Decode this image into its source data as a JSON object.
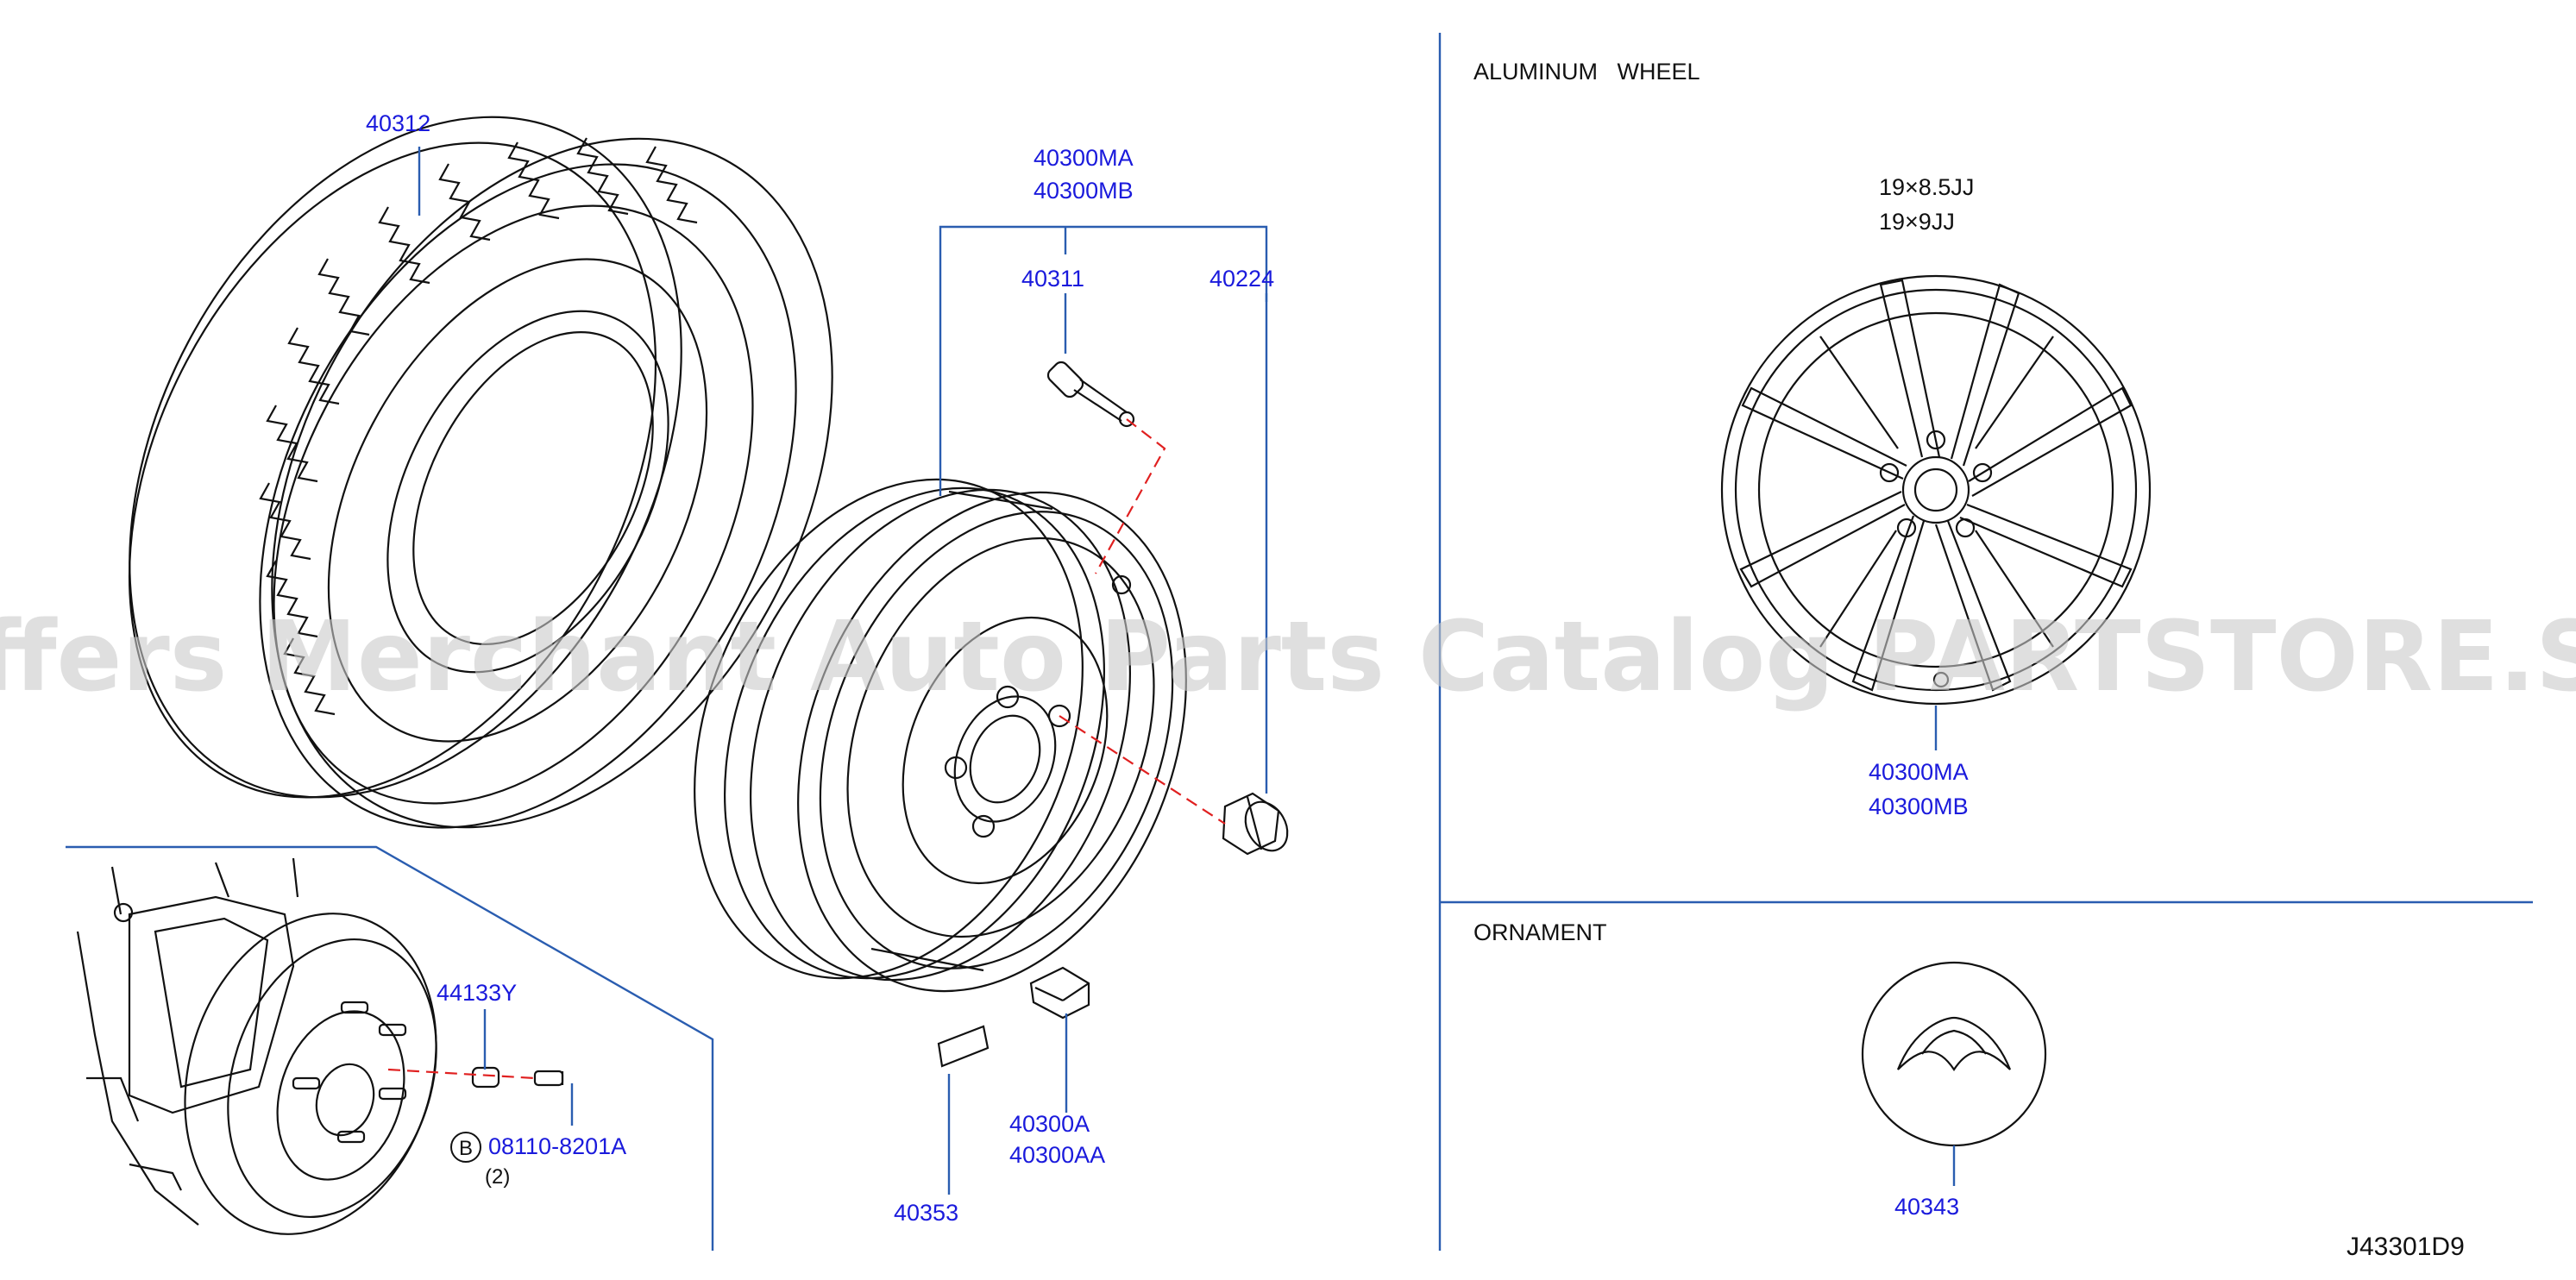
{
  "drawing_id": "J43301D9",
  "watermark": "Offers Merchant Auto Parts Catalog PARTSTORE.SA",
  "colors": {
    "callout": "#1a1adc",
    "leader": "#2a5db0",
    "dashed": "#e02020",
    "line": "#111111"
  },
  "callouts": {
    "tire": "40312",
    "wheel_assy_1": "40300MA",
    "wheel_assy_2": "40300MB",
    "valve": "40311",
    "nut": "40224",
    "balance_weight": "40353",
    "weight_1": "40300A",
    "weight_2": "40300AA",
    "spacer": "44133Y",
    "bolt": "08110-8201A",
    "bolt_marker": "B",
    "bolt_qty": "(2)",
    "alu_wheel_1": "40300MA",
    "alu_wheel_2": "40300MB",
    "ornament_part": "40343"
  },
  "sections": {
    "aluminum_wheel": {
      "title": "ALUMINUM   WHEEL",
      "sizes": [
        "19×8.5JJ",
        "19×9JJ"
      ]
    },
    "ornament": {
      "title": "ORNAMENT"
    }
  }
}
